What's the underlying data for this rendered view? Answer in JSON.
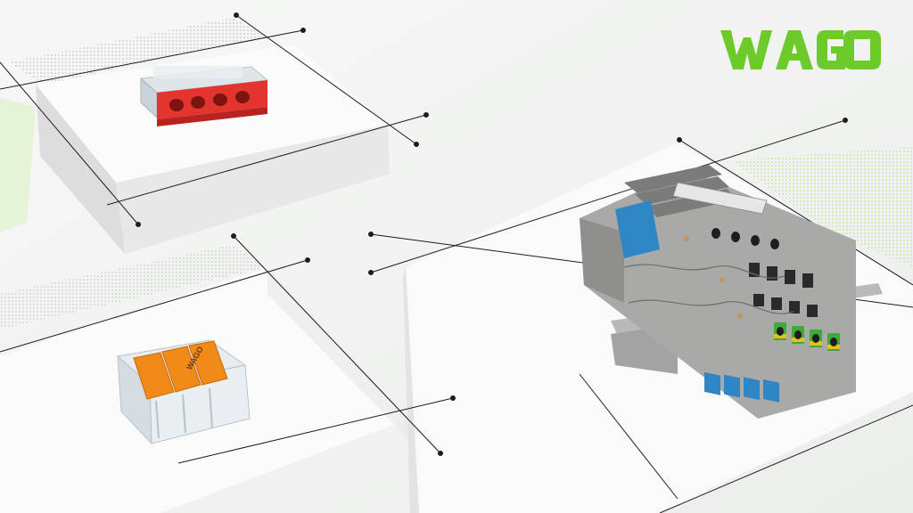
{
  "logo": {
    "text": "WAGO",
    "color": "#6ccb2b"
  },
  "colors": {
    "background": "#f3f4f3",
    "platform_top": "#f7f7f7",
    "platform_side": "#e5e5e5",
    "accent_green": "#6ccb2b",
    "connector_red": "#e3342f",
    "lever_orange": "#f28a1a",
    "terminal_gray": "#a9aaa8",
    "terminal_blue": "#2f86c5",
    "terminal_earth_green": "#3faa3b",
    "terminal_earth_yellow": "#e3c01d"
  },
  "products": [
    {
      "id": "red-push-in-connector",
      "label": ""
    },
    {
      "id": "orange-lever-connector",
      "label": "WAGO"
    },
    {
      "id": "gray-terminal-block",
      "label": ""
    }
  ]
}
